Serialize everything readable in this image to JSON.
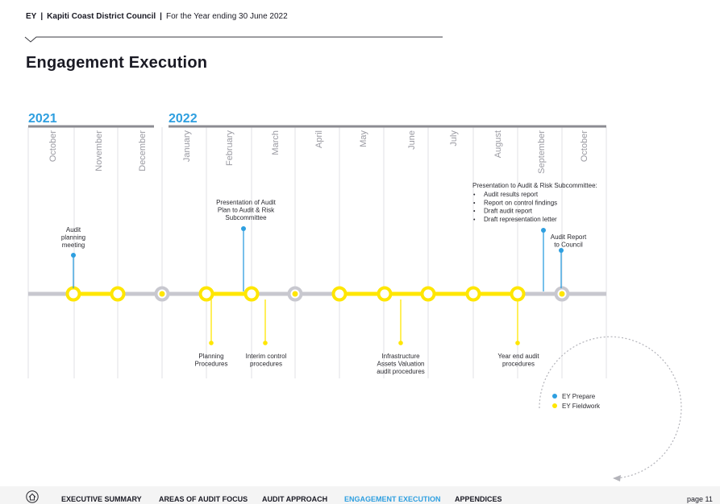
{
  "header": {
    "brand": "EY",
    "separator": "|",
    "council": "Kapiti Coast District Council",
    "period": "For the Year ending 30 June 2022"
  },
  "title": "Engagement Execution",
  "years": [
    "2021",
    "2022"
  ],
  "months": [
    "October",
    "November",
    "December",
    "January",
    "February",
    "March",
    "April",
    "May",
    "June",
    "July",
    "August",
    "September",
    "October"
  ],
  "prepare_events": [
    {
      "lines": [
        "Audit",
        "planning",
        "meeting"
      ]
    },
    {
      "lines": [
        "Presentation of Audit",
        "Plan to Audit & Risk",
        "Subcommittee"
      ]
    },
    {
      "heading": "Presentation to Audit & Risk Subcommittee:",
      "bullets": [
        "Audit results report",
        "Report on control findings",
        "Draft audit report",
        "Draft representation letter"
      ]
    },
    {
      "lines": [
        "Audit Report",
        "to Council"
      ]
    }
  ],
  "fieldwork_events": [
    {
      "lines": [
        "Planning",
        "Procedures"
      ]
    },
    {
      "lines": [
        "Interim control",
        "procedures"
      ]
    },
    {
      "lines": [
        "Infrastructure",
        "Assets Valuation",
        "audit procedures"
      ]
    },
    {
      "lines": [
        "Year end audit",
        "procedures"
      ]
    }
  ],
  "legend": [
    {
      "label": "EY Prepare",
      "color": "#2e9fe0"
    },
    {
      "label": "EY Fieldwork",
      "color": "#ffe600"
    }
  ],
  "colors": {
    "prepare": "#2e9fe0",
    "fieldwork": "#ffe600",
    "track": "#c8c8cf",
    "year": "#2e9fe0",
    "month": "#9a9aa2"
  },
  "footer": {
    "icon": "home-icon",
    "nav": [
      "EXECUTIVE SUMMARY",
      "AREAS OF AUDIT FOCUS",
      "AUDIT APPROACH",
      "ENGAGEMENT EXECUTION",
      "APPENDICES"
    ],
    "active": "ENGAGEMENT EXECUTION",
    "page_label": "page 11"
  }
}
